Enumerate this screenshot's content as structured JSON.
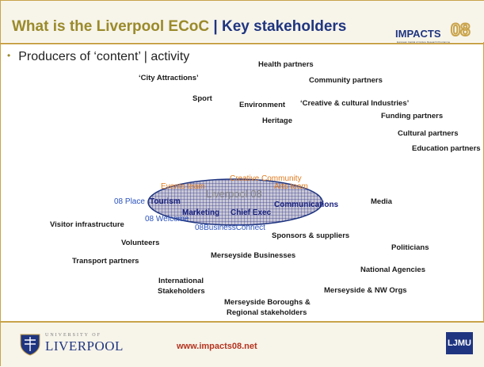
{
  "slide": {
    "title_part1": "What is the Liverpool ECoC",
    "title_sep": " | ",
    "title_part2": "Key stakeholders",
    "bullet": "Producers of ‘content’ | activity",
    "logo_text": "IMPACTS",
    "logo_number": "08",
    "logo_tagline": "European Capital of Culture Research Programme"
  },
  "stakeholders": {
    "city_attractions": "‘City Attractions’",
    "health_partners": "Health partners",
    "community_partners": "Community partners",
    "sport": "Sport",
    "environment": "Environment",
    "creative_industries": "‘Creative & cultural Industries’",
    "heritage": "Heritage",
    "funding_partners": "Funding partners",
    "cultural_partners": "Cultural partners",
    "education_partners": "Education partners",
    "media": "Media",
    "visitor_infrastructure": "Visitor infrastructure",
    "volunteers": "Volunteers",
    "sponsors_suppliers": "Sponsors & suppliers",
    "politicians": "Politicians",
    "transport_partners": "Transport partners",
    "merseyside_businesses": "Merseyside Businesses",
    "national_agencies": "National Agencies",
    "international_stakeholders_1": "International",
    "international_stakeholders_2": "Stakeholders",
    "merseyside_nw_orgs": "Merseyside & NW Orgs",
    "boroughs_1": "Merseyside Boroughs &",
    "boroughs_2": "Regional stakeholders"
  },
  "core": {
    "center": "Liverpool 08",
    "events_team": "Events team",
    "creative_community": "Creative Community",
    "arts_team": "Arts team",
    "tourism": "Tourism",
    "communications": "Communications",
    "marketing": "Marketing",
    "chief_exec": "Chief Exec",
    "place_08": "08 Place",
    "welcome_08": "08 Welcome",
    "business_connect_08": "08BusinessConnect"
  },
  "footer": {
    "uni_small": "UNIVERSITY OF",
    "uni_big": "LIVERPOOL",
    "url": "www.impacts08.net",
    "ljmu": "LJMU"
  },
  "colors": {
    "gold": "#c9a34a",
    "navy": "#1f3580",
    "link_blue": "#2a52be",
    "orange": "#e07b20"
  }
}
